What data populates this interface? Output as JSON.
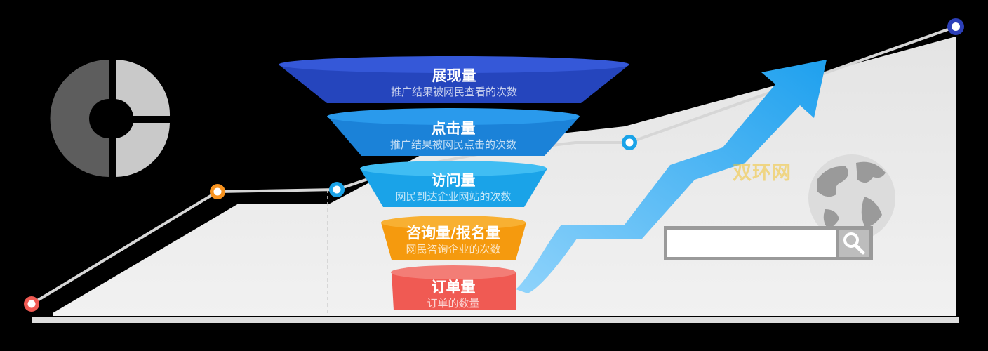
{
  "funnel": {
    "stages": [
      {
        "title": "展现量",
        "description": "推广结果被网民查看的次数",
        "color": "#2545bd"
      },
      {
        "title": "点击量",
        "description": "推广结果被网民点击的次数",
        "color": "#1b82d8"
      },
      {
        "title": "访问量",
        "description": "网民到达企业网站的次数",
        "color": "#1aa3e8"
      },
      {
        "title": "咨询量/报名量",
        "description": "网民咨询企业的次数",
        "color": "#f59a0e"
      },
      {
        "title": "订单量",
        "description": "订单的数量",
        "color": "#f05a53"
      }
    ]
  },
  "watermark": "双环网",
  "colors": {
    "line": "#d0d0d0",
    "area": "#ececec",
    "arrow": "#2ea9f2",
    "point_red": "#f05a53",
    "point_orange": "#f7921e",
    "point_blue": "#1aa3e8",
    "point_navy": "#2c3fb8"
  },
  "icons": [
    "donut-chart-icon",
    "globe-icon",
    "magnifier-icon",
    "growth-arrow-icon"
  ]
}
